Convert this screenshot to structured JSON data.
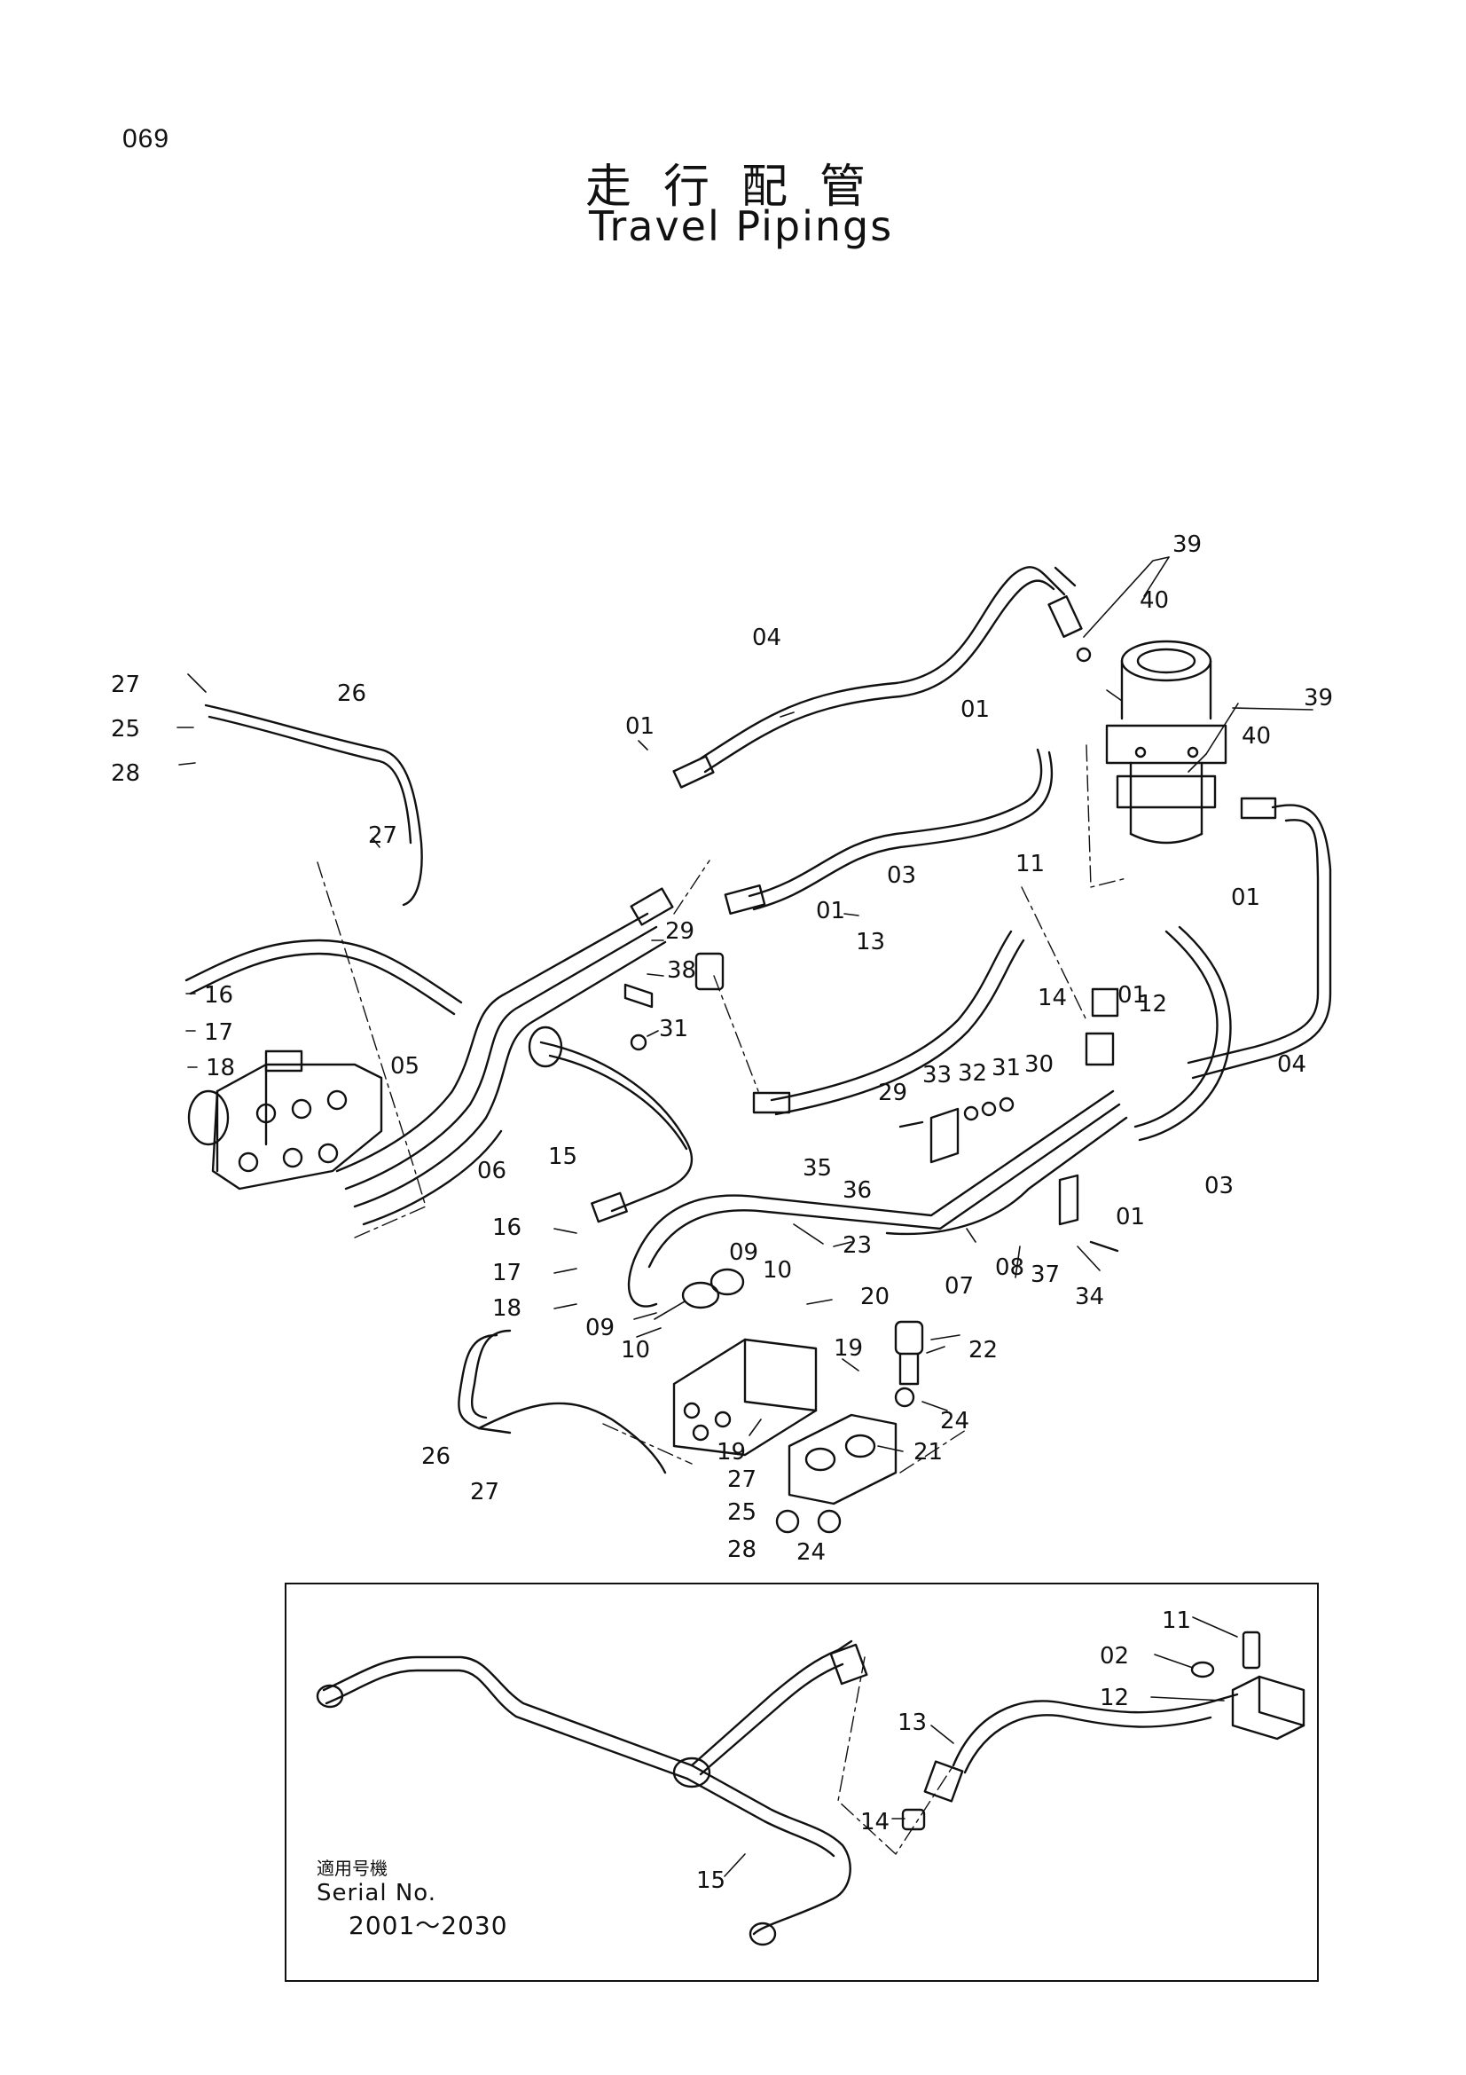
{
  "page_number": "069",
  "title_jp": "走行配管",
  "title_en": "Travel Pipings",
  "callouts": [
    {
      "id": "c01a",
      "text": "01"
    },
    {
      "id": "c01b",
      "text": "01"
    },
    {
      "id": "c01c",
      "text": "01"
    },
    {
      "id": "c01d",
      "text": "01"
    },
    {
      "id": "c01e",
      "text": "01"
    },
    {
      "id": "c01f",
      "text": "01"
    },
    {
      "id": "c03a",
      "text": "03"
    },
    {
      "id": "c03b",
      "text": "03"
    },
    {
      "id": "c04a",
      "text": "04"
    },
    {
      "id": "c04b",
      "text": "04"
    },
    {
      "id": "c05",
      "text": "05"
    },
    {
      "id": "c06",
      "text": "06"
    },
    {
      "id": "c07",
      "text": "07"
    },
    {
      "id": "c08",
      "text": "08"
    },
    {
      "id": "c09a",
      "text": "09"
    },
    {
      "id": "c09b",
      "text": "09"
    },
    {
      "id": "c10a",
      "text": "10"
    },
    {
      "id": "c10b",
      "text": "10"
    },
    {
      "id": "c11",
      "text": "11"
    },
    {
      "id": "c12",
      "text": "12"
    },
    {
      "id": "c13",
      "text": "13"
    },
    {
      "id": "c14",
      "text": "14"
    },
    {
      "id": "c15",
      "text": "15"
    },
    {
      "id": "c16a",
      "text": "16"
    },
    {
      "id": "c16b",
      "text": "16"
    },
    {
      "id": "c17a",
      "text": "17"
    },
    {
      "id": "c17b",
      "text": "17"
    },
    {
      "id": "c18a",
      "text": "18"
    },
    {
      "id": "c18b",
      "text": "18"
    },
    {
      "id": "c19a",
      "text": "19"
    },
    {
      "id": "c19b",
      "text": "19"
    },
    {
      "id": "c20",
      "text": "20"
    },
    {
      "id": "c21",
      "text": "21"
    },
    {
      "id": "c22",
      "text": "22"
    },
    {
      "id": "c23",
      "text": "23"
    },
    {
      "id": "c24a",
      "text": "24"
    },
    {
      "id": "c24b",
      "text": "24"
    },
    {
      "id": "c25a",
      "text": "25"
    },
    {
      "id": "c25b",
      "text": "25"
    },
    {
      "id": "c26a",
      "text": "26"
    },
    {
      "id": "c26b",
      "text": "26"
    },
    {
      "id": "c27a",
      "text": "27"
    },
    {
      "id": "c27b",
      "text": "27"
    },
    {
      "id": "c27c",
      "text": "27"
    },
    {
      "id": "c27d",
      "text": "27"
    },
    {
      "id": "c28a",
      "text": "28"
    },
    {
      "id": "c28b",
      "text": "28"
    },
    {
      "id": "c29a",
      "text": "29"
    },
    {
      "id": "c29b",
      "text": "29"
    },
    {
      "id": "c30",
      "text": "30"
    },
    {
      "id": "c31a",
      "text": "31"
    },
    {
      "id": "c31b",
      "text": "31"
    },
    {
      "id": "c32",
      "text": "32"
    },
    {
      "id": "c33",
      "text": "33"
    },
    {
      "id": "c34",
      "text": "34"
    },
    {
      "id": "c35",
      "text": "35"
    },
    {
      "id": "c36",
      "text": "36"
    },
    {
      "id": "c37",
      "text": "37"
    },
    {
      "id": "c38",
      "text": "38"
    },
    {
      "id": "c39a",
      "text": "39"
    },
    {
      "id": "c39b",
      "text": "39"
    },
    {
      "id": "c40a",
      "text": "40"
    },
    {
      "id": "c40b",
      "text": "40"
    }
  ],
  "inset": {
    "callouts": [
      {
        "id": "i11",
        "text": "11"
      },
      {
        "id": "i02",
        "text": "02"
      },
      {
        "id": "i12",
        "text": "12"
      },
      {
        "id": "i13",
        "text": "13"
      },
      {
        "id": "i14",
        "text": "14"
      },
      {
        "id": "i15",
        "text": "15"
      }
    ],
    "serial_jp": "適用号機",
    "serial_label": "Serial No.",
    "serial_range": "2001〜2030"
  }
}
